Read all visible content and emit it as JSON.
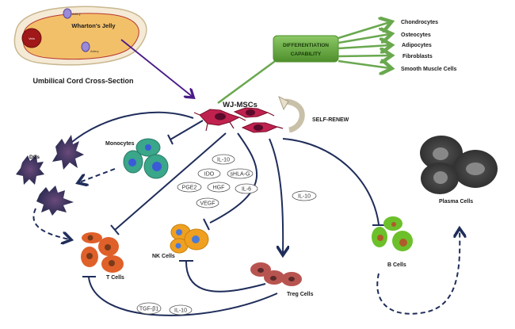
{
  "umbilical": {
    "title": "Umbilical Cord Cross-Section",
    "jelly_label": "Wharton's Jelly",
    "vein_label": "Vein",
    "artery_label_1": "Artery",
    "artery_label_2": "Artery"
  },
  "differentiation": {
    "box_line1": "DIFFERENTIATION",
    "box_line2": "CAPABILITY",
    "targets": [
      "Chondrocytes",
      "Osteocytes",
      "Adipocytes",
      "Fibroblasts",
      "Smooth Muscle Cells"
    ]
  },
  "center": {
    "label": "WJ-MSCs",
    "self_renew": "SELF-RENEW"
  },
  "cells": {
    "dcs": "DCs",
    "monocytes": "Monocytes",
    "t_cells": "T Cells",
    "nk_cells": "NK Cells",
    "treg_cells": "Treg Cells",
    "b_cells": "B Cells",
    "plasma_cells": "Plasma Cells"
  },
  "cytokines": {
    "central": [
      "IL-10",
      "IDO",
      "sHLA-G",
      "PGE2",
      "HGF",
      "IL-6",
      "VEGF"
    ],
    "treg_side": "IL-10",
    "bottom": [
      "TGF-β1",
      "IL-10"
    ]
  },
  "colors": {
    "inhibit_line": "#1f2d5a",
    "differentiation_green": "#6aa84f",
    "wharton_arrow": "#4b1a8a",
    "msc": "#c0224f",
    "monocyte": "#3aa68a",
    "t_cell": "#e0602a",
    "nk_cell": "#f0a020",
    "treg": "#b85450",
    "b_cell": "#6cc02a",
    "plasma": "#3a3a3a"
  }
}
